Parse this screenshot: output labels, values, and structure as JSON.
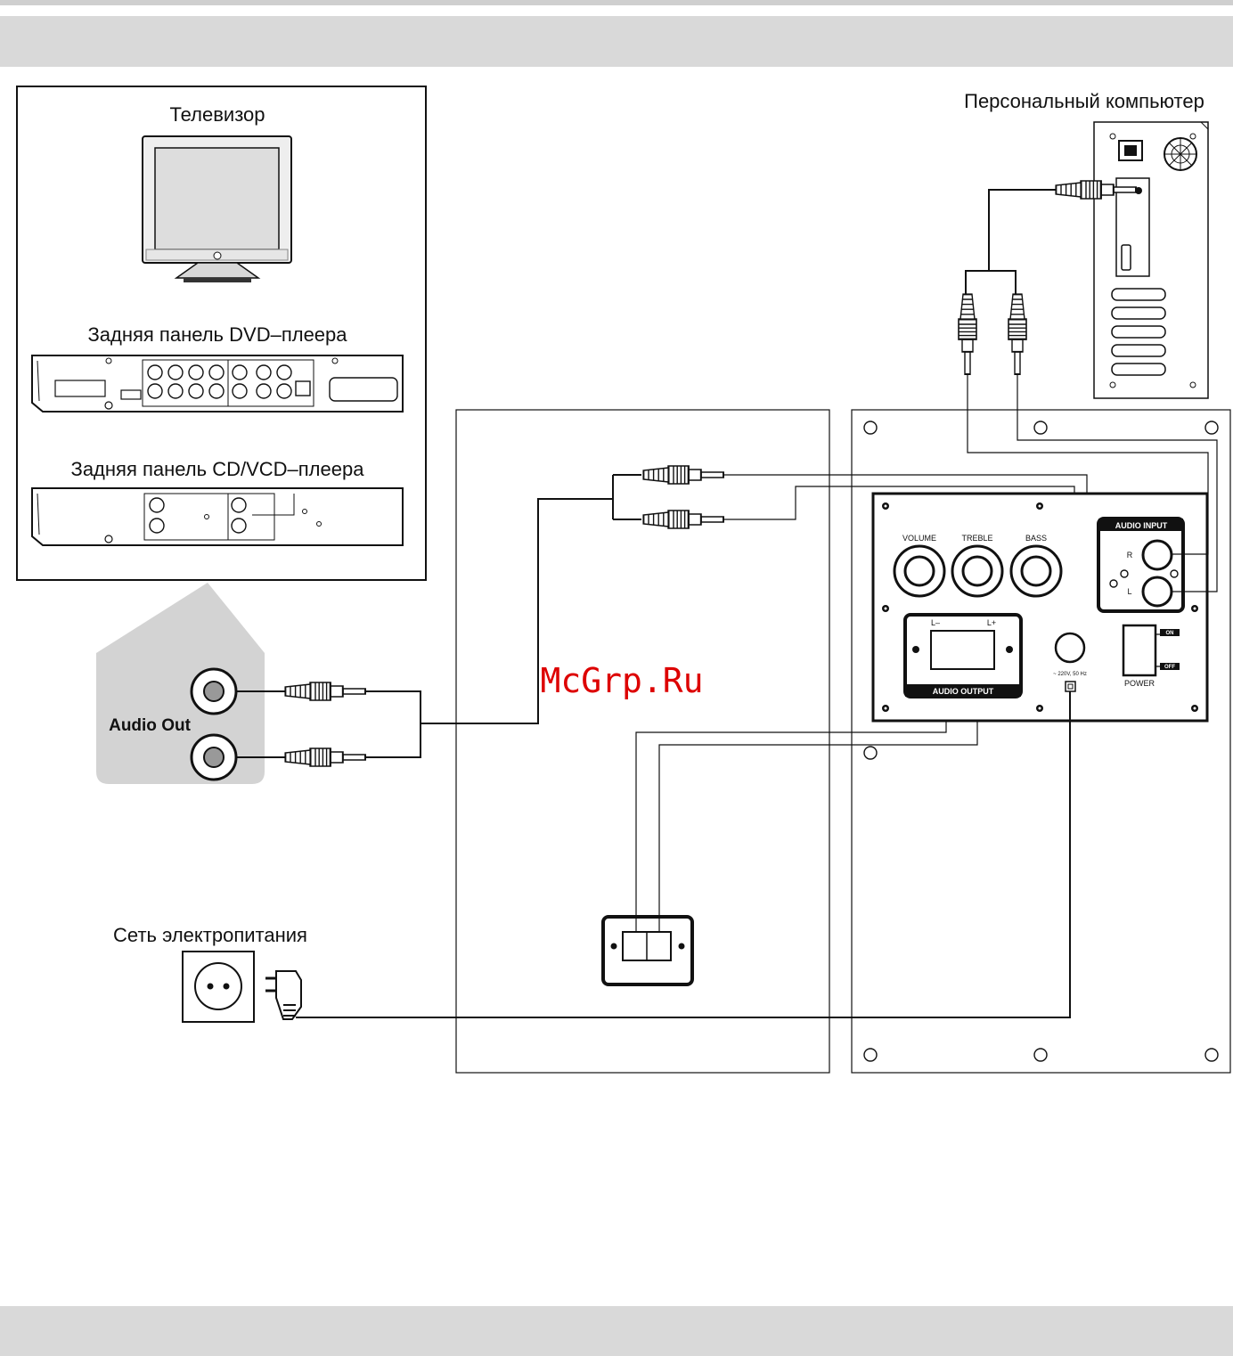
{
  "labels": {
    "tv": "Телевизор",
    "dvd_panel": "Задняя панель DVD–плеера",
    "cd_panel": "Задняя панель CD/VCD–плеера",
    "audio_out": "Audio Out",
    "pc": "Персональный компьютер",
    "mains": "Сеть электропитания",
    "watermark": "McGrp.Ru"
  },
  "amp_panel": {
    "volume": "VOLUME",
    "treble": "TREBLE",
    "bass": "BASS",
    "audio_input": "AUDIO INPUT",
    "input_r": "R",
    "input_l": "L",
    "audio_output": "AUDIO OUTPUT",
    "output_lminus": "L–",
    "output_lplus": "L+",
    "power": "POWER",
    "switch_on": "ON",
    "switch_off": "OFF",
    "voltage": "~ 220V, 50 Hz"
  },
  "colors": {
    "header_band": "#d9d9d9",
    "audio_out_bg": "#d3d3d3",
    "watermark": "#dd0000",
    "lines": "#111111"
  }
}
